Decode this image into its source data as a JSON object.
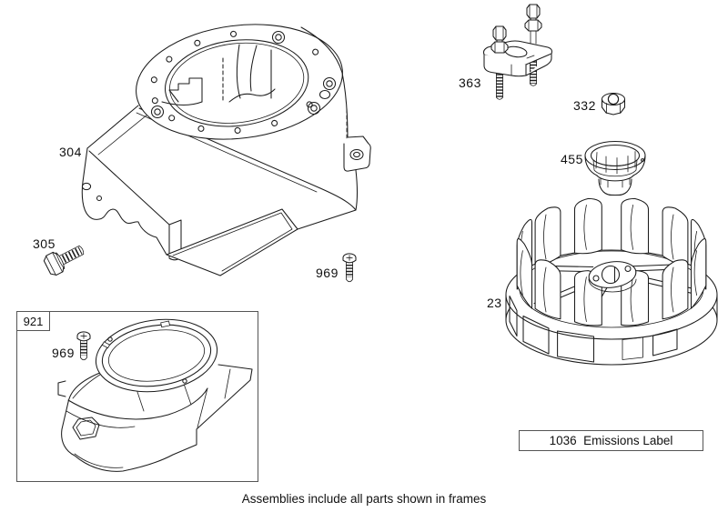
{
  "page": {
    "background": "#ffffff",
    "line_color": "#1c1c1c"
  },
  "callouts": {
    "blower_housing": "304",
    "bolt": "305",
    "screw": "969",
    "puller": "363",
    "nut": "332",
    "cup": "455",
    "flywheel": "23",
    "screw_in_frame": "969"
  },
  "frames": {
    "assembly": {
      "label": "921"
    },
    "emissions": {
      "label": "1036  Emissions Label"
    }
  },
  "caption": "Assemblies include all parts shown in frames"
}
